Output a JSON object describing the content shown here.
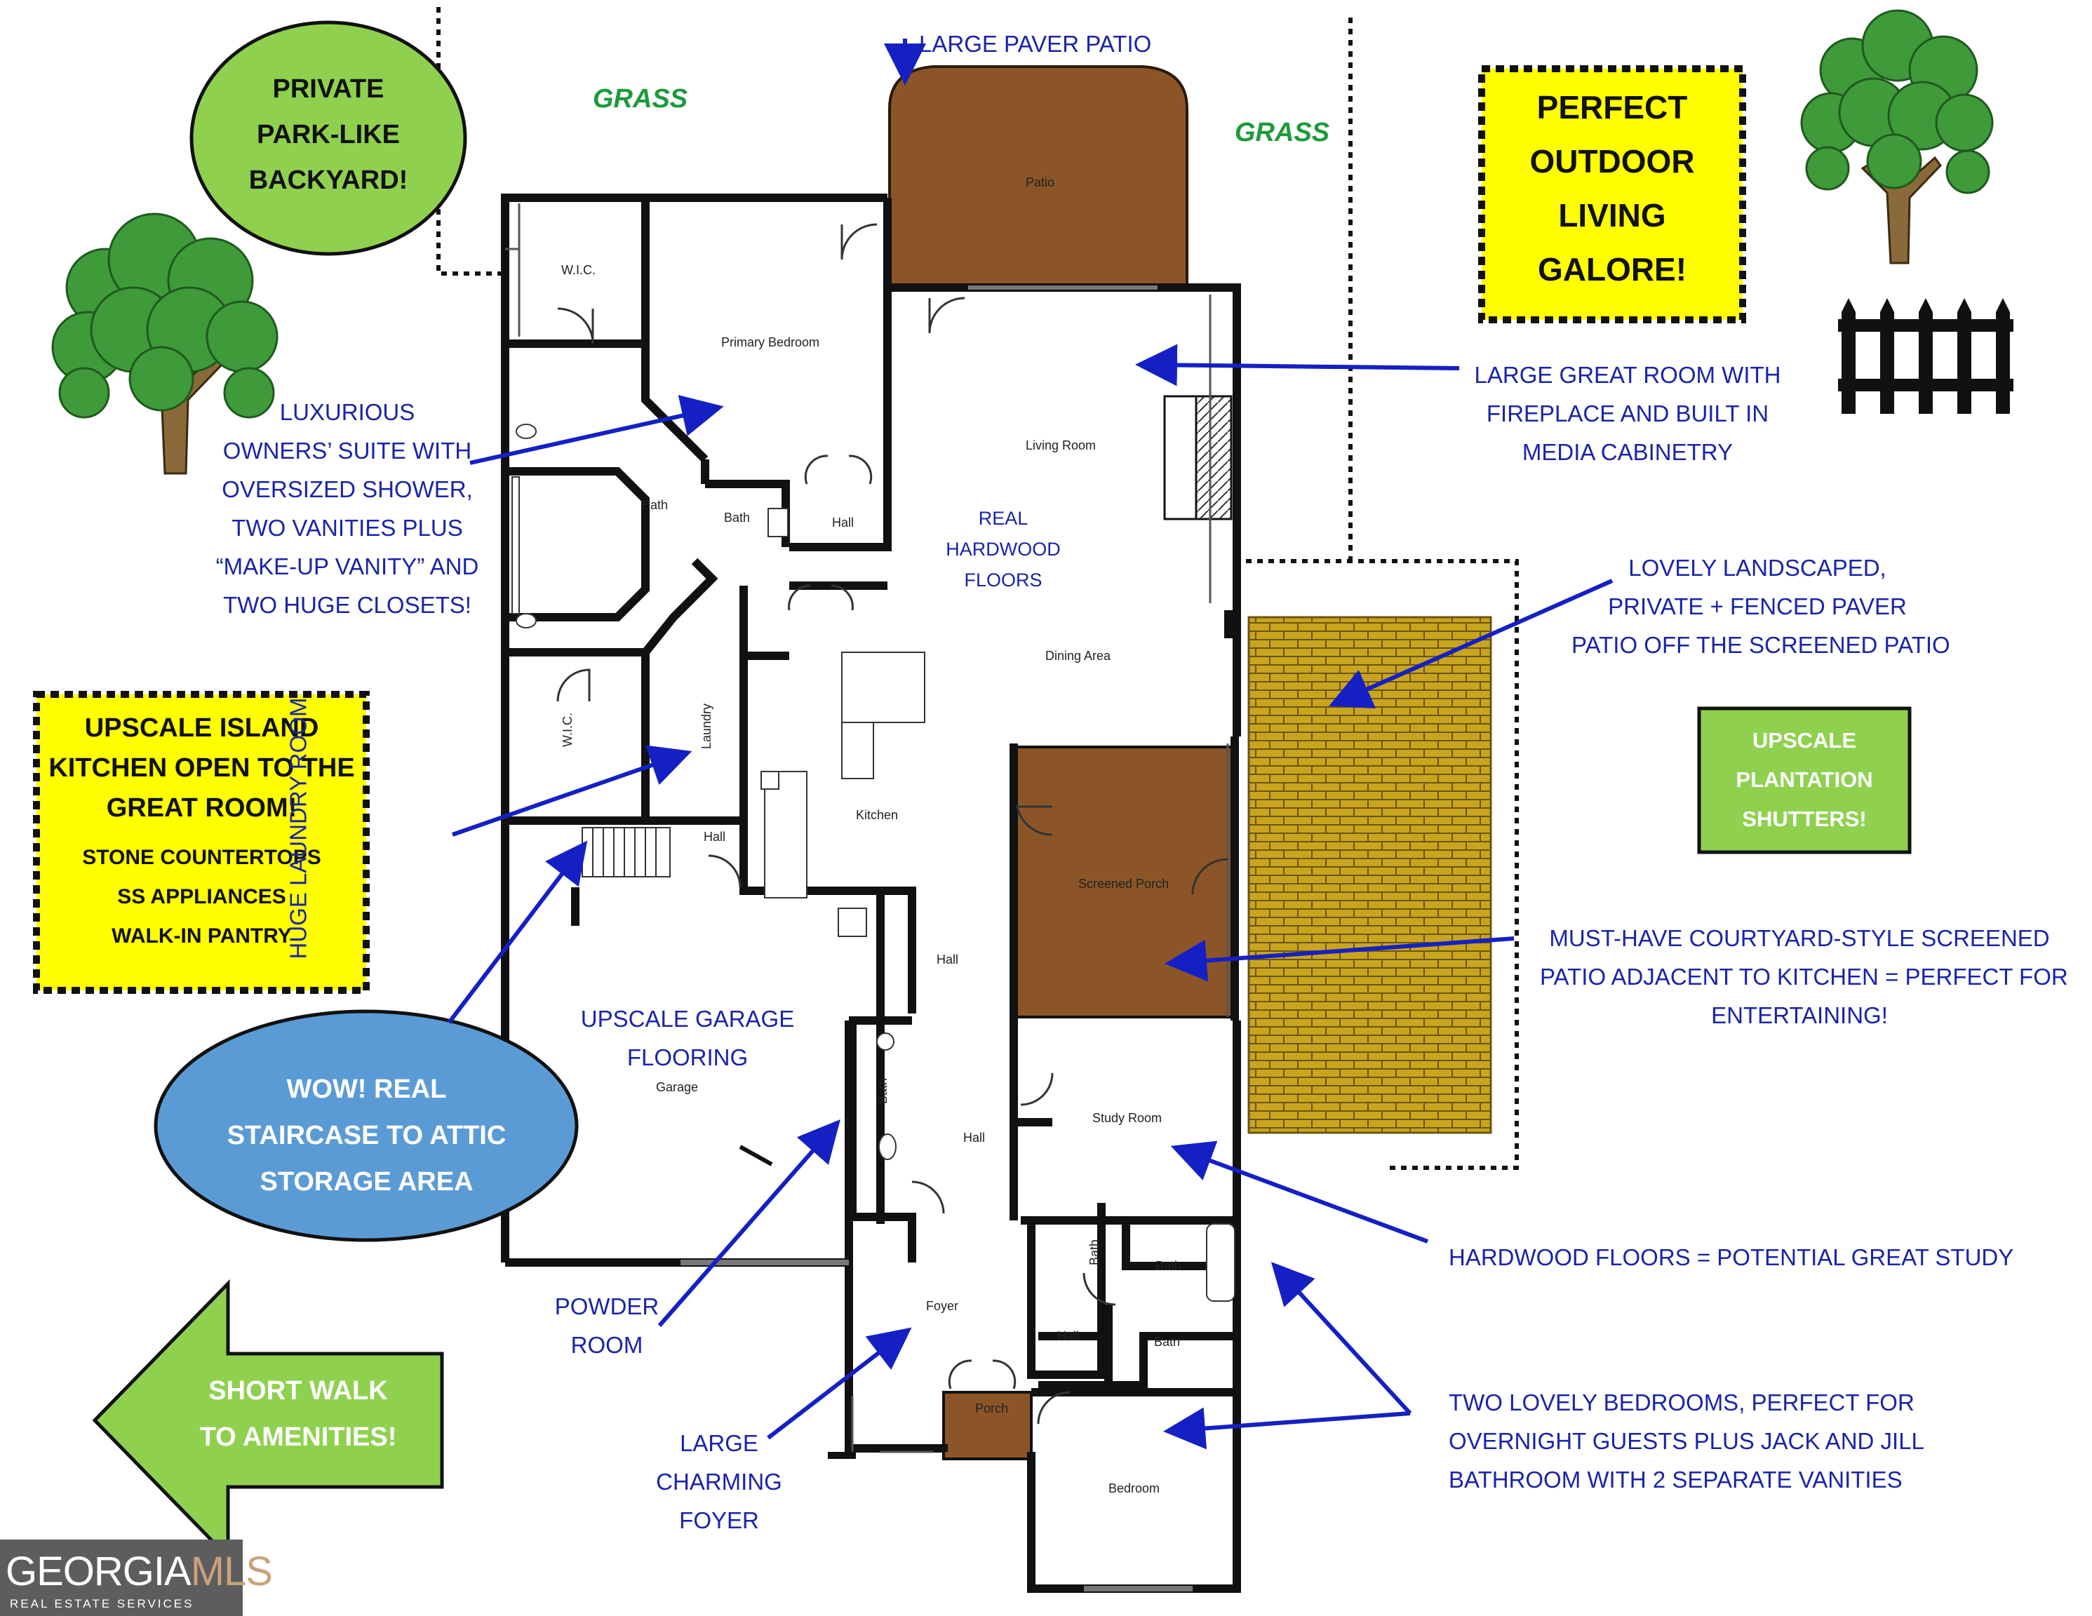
{
  "labels": {
    "grass_left": "GRASS",
    "grass_right": "GRASS",
    "large_paver_patio": "LARGE PAVER PATIO",
    "private_backyard": [
      "PRIVATE",
      "PARK-LIKE",
      "BACKYARD!"
    ],
    "perfect_outdoor": [
      "PERFECT",
      "OUTDOOR",
      "LIVING",
      "GALORE!"
    ],
    "great_room": [
      "LARGE GREAT ROOM WITH",
      "FIREPLACE AND BUILT IN",
      "MEDIA CABINETRY"
    ],
    "owners_suite": [
      "LUXURIOUS",
      "OWNERS’ SUITE WITH",
      "OVERSIZED SHOWER,",
      "TWO VANITIES PLUS",
      "“MAKE-UP VANITY” AND",
      "TWO HUGE CLOSETS!"
    ],
    "landscaped": [
      "LOVELY LANDSCAPED,",
      "PRIVATE + FENCED PAVER",
      "PATIO OFF THE SCREENED PATIO"
    ],
    "kitchen_box": [
      "UPSCALE ISLAND",
      "KITCHEN OPEN TO THE",
      "GREAT ROOM!"
    ],
    "kitchen_features": [
      "STONE COUNTERTOPS",
      "SS APPLIANCES",
      "WALK-IN PANTRY"
    ],
    "laundry": "HUGE LAUNDRY ROOM",
    "hardwood": [
      "REAL",
      "HARDWOOD",
      "FLOORS"
    ],
    "shutters": [
      "UPSCALE",
      "PLANTATION",
      "SHUTTERS!"
    ],
    "screened_patio": [
      "MUST-HAVE COURTYARD-STYLE SCREENED",
      "PATIO ADJACENT TO KITCHEN = PERFECT FOR",
      "ENTERTAINING!"
    ],
    "garage_flooring": [
      "UPSCALE GARAGE",
      "FLOORING"
    ],
    "staircase": [
      "WOW!  REAL",
      "STAIRCASE TO ATTIC",
      "STORAGE AREA"
    ],
    "study": "HARDWOOD FLOORS = POTENTIAL GREAT STUDY",
    "powder": [
      "POWDER",
      "ROOM"
    ],
    "bedrooms": [
      "TWO LOVELY BEDROOMS, PERFECT FOR",
      "OVERNIGHT GUESTS PLUS JACK AND JILL",
      "BATHROOM WITH 2 SEPARATE VANITIES"
    ],
    "foyer": [
      "LARGE",
      "CHARMING",
      "FOYER"
    ],
    "amenities": [
      "SHORT  WALK",
      "TO AMENITIES!"
    ]
  },
  "rooms": {
    "patio": "Patio",
    "wic_top": "W.I.C.",
    "primary_bedroom": "Primary Bedroom",
    "living_room": "Living Room",
    "bath_primary": "Bath",
    "bath_small": "Bath",
    "hall_top": "Hall",
    "dining": "Dining Area",
    "wic_lower": "W.I.C.",
    "laundry": "Laundry",
    "kitchen": "Kitchen",
    "hall_kitchen": "Hall",
    "screened_porch": "Screened Porch",
    "hall_mid": "Hall",
    "garage": "Garage",
    "bath_powder": "Bath",
    "hall_lower": "Hall",
    "study_room": "Study Room",
    "bath_jj1": "Bath",
    "bath_jj2": "Bath",
    "foyer": "Foyer",
    "hall_bed": "Hall",
    "bath_jj3": "Bath",
    "porch": "Porch",
    "bedroom": "Bedroom"
  },
  "logo": {
    "name_a": "GEORGIA",
    "name_b": "MLS",
    "tagline": "REAL ESTATE SERVICES"
  },
  "colors": {
    "callout_text": "#1a24a8",
    "patio_brown": "#8b5527",
    "paver_gold": "#c9a51f",
    "green_badge": "#8fd14f",
    "yellow_box": "#ffff00",
    "blue_ellipse": "#5b9bd5"
  }
}
